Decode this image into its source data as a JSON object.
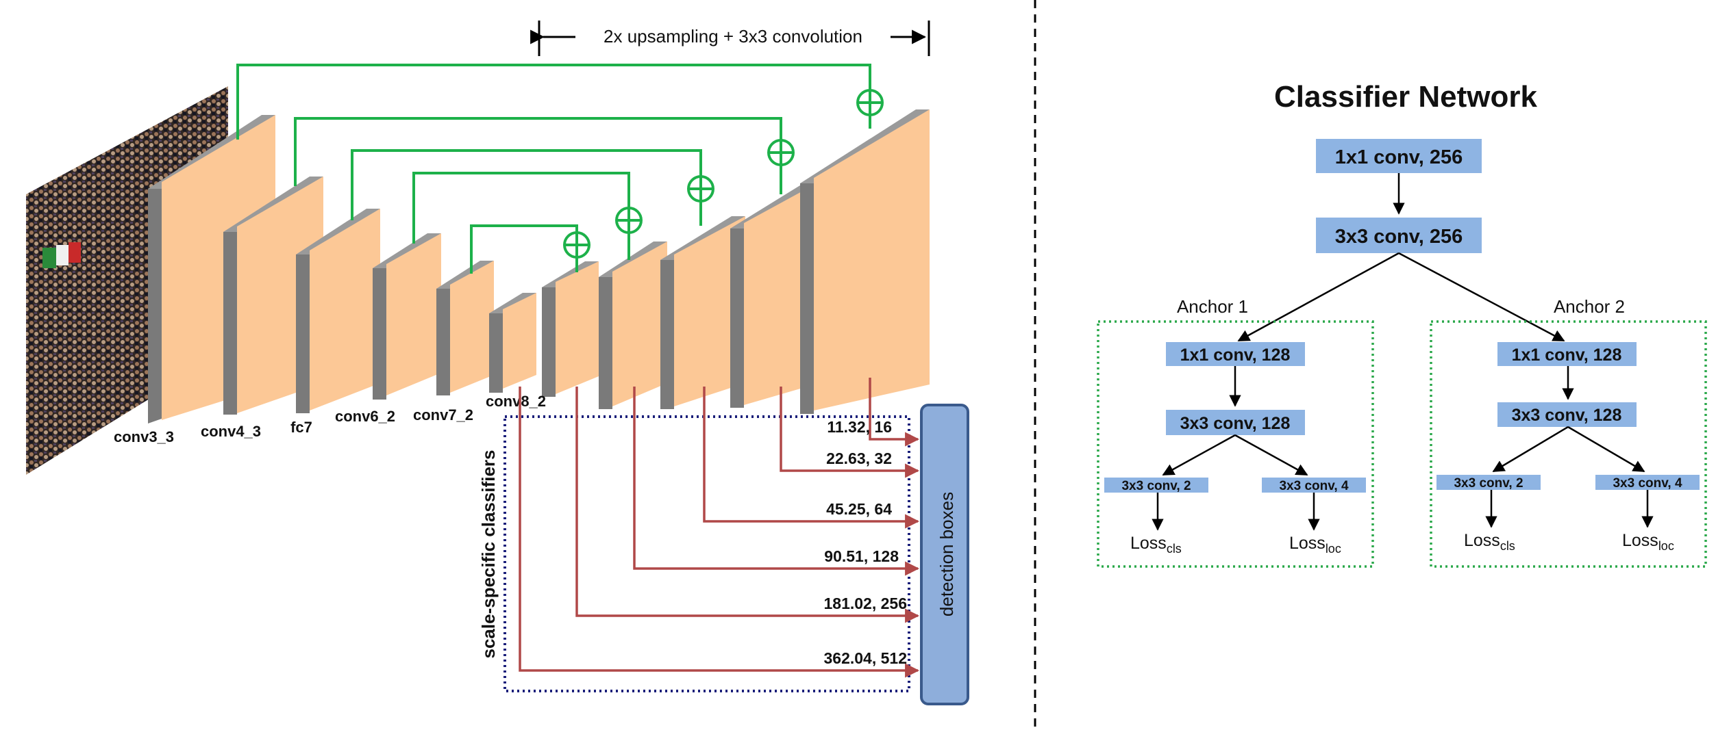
{
  "left_diagram": {
    "upsampling_label": "2x upsampling + 3x3 convolution",
    "layer_labels": [
      "conv3_3",
      "conv4_3",
      "fc7",
      "conv6_2",
      "conv7_2",
      "conv8_2"
    ],
    "classifiers_label": "scale-specific classifiers",
    "detection_label": "detection boxes",
    "scales": [
      "11.32, 16",
      "22.63, 32",
      "45.25, 64",
      "90.51, 128",
      "181.02, 256",
      "362.04, 512"
    ]
  },
  "right_diagram": {
    "title": "Classifier Network",
    "conv1": "1x1 conv, 256",
    "conv2": "3x3 conv, 256",
    "anchors": [
      {
        "label": "Anchor 1",
        "conv1": "1x1 conv, 128",
        "conv2": "3x3 conv, 128",
        "cls_conv": "3x3 conv, 2",
        "loc_conv": "3x3 conv, 4",
        "loss_word": "Loss",
        "cls_sub": "cls",
        "loc_sub": "loc"
      },
      {
        "label": "Anchor 2",
        "conv1": "1x1 conv, 128",
        "conv2": "3x3 conv, 128",
        "cls_conv": "3x3 conv, 2",
        "loc_conv": "3x3 conv, 4",
        "loss_word": "Loss",
        "cls_sub": "cls",
        "loc_sub": "loc"
      }
    ]
  },
  "colors": {
    "block_face": "#fcc896",
    "block_side": "#7a7a7a",
    "skip_line": "#1db14a",
    "output_line": "#b04848",
    "detection_fill": "#8eaedb",
    "detection_border": "#3a5a8c",
    "conv_box": "#8eb4e3",
    "dotted_blue": "#1a1f7a",
    "dotted_green": "#2aa84a"
  },
  "icons": {
    "plus_node": "circled-plus-icon",
    "photo": "crowd-photo"
  }
}
